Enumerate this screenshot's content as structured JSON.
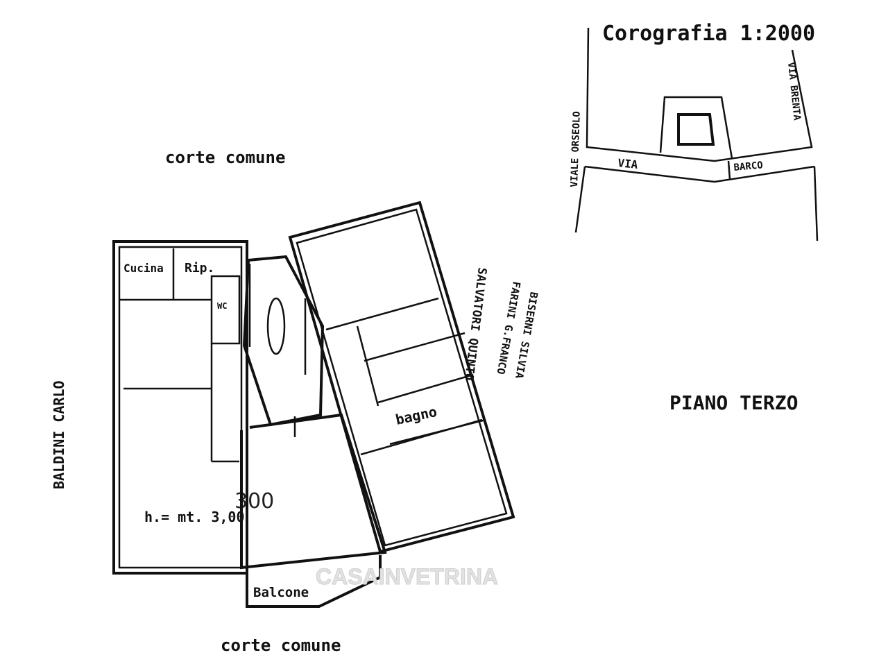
{
  "title": "PIANO TERZO",
  "corografia": {
    "title": "Corografia 1:2000",
    "street_left": "VIALE ORSEOLO",
    "street_right": "VIA BRENTA",
    "street_bottom_left": "VIA",
    "street_bottom_right": "BARCO"
  },
  "surroundings": {
    "top": "corte comune",
    "bottom": "corte comune",
    "left": "BALDINI CARLO",
    "right_1": "SALVATORI QUINTO",
    "right_2": "FARINI G.FRANCO",
    "right_3": "BISERNI SILVIA"
  },
  "rooms": {
    "kitchen": "Cucina",
    "storage": "Rip.",
    "wc": "WC",
    "bathroom": "bagno",
    "balcony": "Balcone"
  },
  "height_note": "h.= mt. 3,00",
  "height_handwritten": "300",
  "watermark": "CASAINVETRINA"
}
